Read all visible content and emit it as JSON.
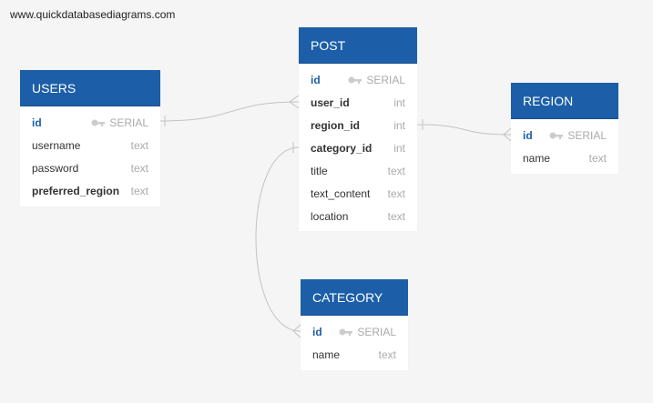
{
  "watermark": "www.quickdatabasediagrams.com",
  "colors": {
    "header": "#1c5fa8",
    "link": "#c3c3c3",
    "background": "#f4f5f4"
  },
  "tables": {
    "users": {
      "title": "USERS",
      "fields": [
        {
          "name": "id",
          "type": "SERIAL",
          "pk": true
        },
        {
          "name": "username",
          "type": "text"
        },
        {
          "name": "password",
          "type": "text"
        },
        {
          "name": "preferred_region",
          "type": "text",
          "fk": true
        }
      ]
    },
    "post": {
      "title": "POST",
      "fields": [
        {
          "name": "id",
          "type": "SERIAL",
          "pk": true
        },
        {
          "name": "user_id",
          "type": "int",
          "fk": true
        },
        {
          "name": "region_id",
          "type": "int",
          "fk": true
        },
        {
          "name": "category_id",
          "type": "int",
          "fk": true
        },
        {
          "name": "title",
          "type": "text"
        },
        {
          "name": "text_content",
          "type": "text"
        },
        {
          "name": "location",
          "type": "text"
        }
      ]
    },
    "region": {
      "title": "REGION",
      "fields": [
        {
          "name": "id",
          "type": "SERIAL",
          "pk": true
        },
        {
          "name": "name",
          "type": "text"
        }
      ]
    },
    "category": {
      "title": "CATEGORY",
      "fields": [
        {
          "name": "id",
          "type": "SERIAL",
          "pk": true
        },
        {
          "name": "name",
          "type": "text"
        }
      ]
    }
  }
}
